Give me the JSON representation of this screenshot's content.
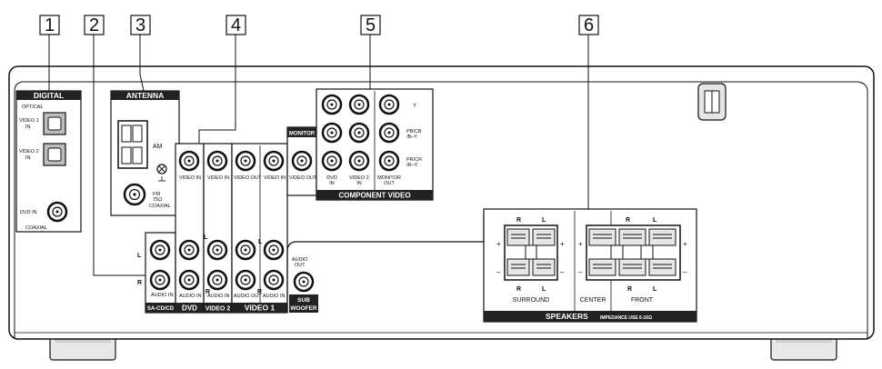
{
  "callouts": [
    "1",
    "2",
    "3",
    "4",
    "5",
    "6"
  ],
  "digital": {
    "header": "DIGITAL",
    "optical": "OPTICAL",
    "video1_in_a": "VIDEO 1",
    "video1_in_b": "IN",
    "video2_in_a": "VIDEO 2",
    "video2_in_b": "IN",
    "dvd_in": "DVD IN",
    "coaxial": "COAXIAL"
  },
  "antenna": {
    "header": "ANTENNA",
    "am": "AM",
    "fm_a": "FM",
    "fm_b": "75Ω",
    "fm_c": "COAXIAL"
  },
  "monitor": {
    "header": "MONITOR",
    "video_out": "VIDEO OUT"
  },
  "component": {
    "header": "COMPONENT VIDEO",
    "y": "Y",
    "pb_a": "PB/CB",
    "pb_b": "/B–Y",
    "pr_a": "PR/CR",
    "pr_b": "/R–Y",
    "dvd_in_a": "DVD",
    "dvd_in_b": "IN",
    "video2_in_a": "VIDEO 2",
    "video2_in_b": "IN",
    "monitor_out_a": "MONITOR",
    "monitor_out_b": "OUT"
  },
  "video": {
    "video_in": "VIDEO IN",
    "video_out": "VIDEO OUT",
    "audio_in": "AUDIO IN",
    "audio_out": "AUDIO OUT",
    "dvd": "DVD",
    "video2": "VIDEO 2",
    "video1": "VIDEO 1",
    "sacd": "SA-CD/CD",
    "L": "L",
    "R": "R"
  },
  "sub": {
    "audio_out_a": "AUDIO",
    "audio_out_b": "OUT",
    "sub_a": "SUB",
    "sub_b": "WOOFER"
  },
  "speakers": {
    "header": "SPEAKERS",
    "impedance": "IMPEDANCE USE 6-16Ω",
    "surround": "SURROUND",
    "center": "CENTER",
    "front": "FRONT",
    "R": "R",
    "L": "L",
    "plus": "+",
    "minus": "–"
  }
}
